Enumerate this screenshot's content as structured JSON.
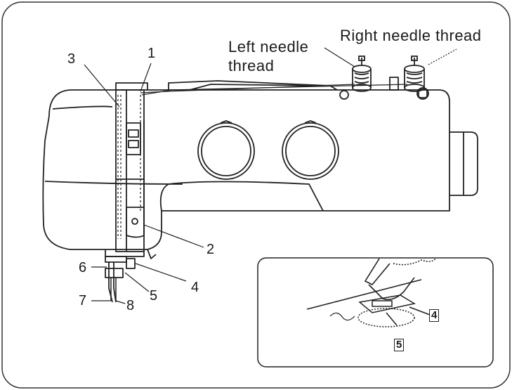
{
  "labels": {
    "right_needle_thread": "Right needle thread",
    "left_needle_thread_line1": "Left needle",
    "left_needle_thread_line2": "thread",
    "callouts": [
      "1",
      "2",
      "3",
      "4",
      "5",
      "6",
      "7",
      "8"
    ],
    "inset_callouts": [
      "4",
      "5"
    ]
  },
  "colors": {
    "line": "#1a1a1a",
    "background": "#ffffff"
  }
}
